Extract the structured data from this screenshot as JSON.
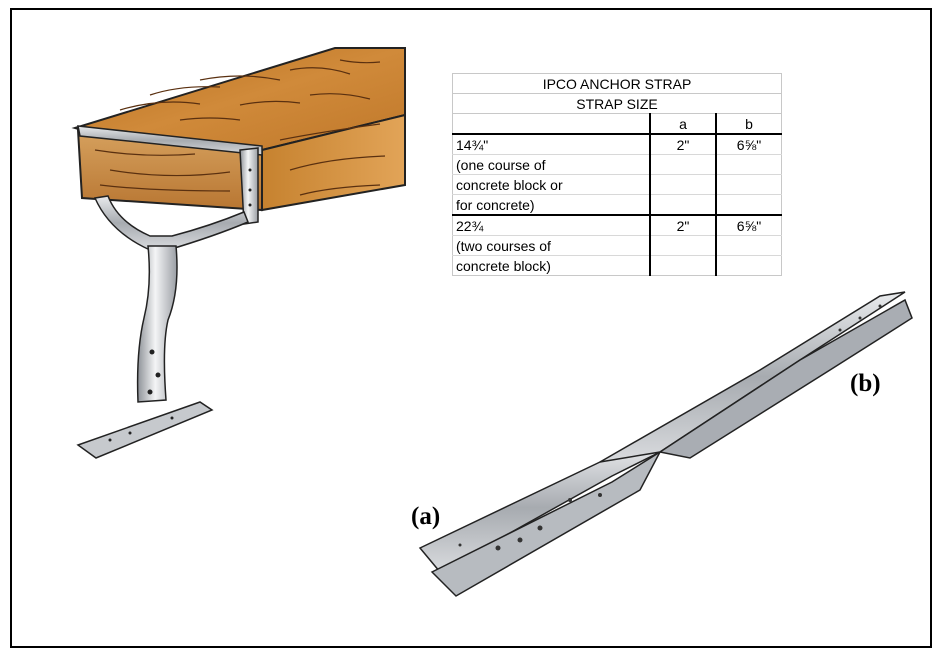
{
  "table": {
    "title": "IPCO ANCHOR STRAP",
    "subtitle": "STRAP SIZE",
    "col_a": "a",
    "col_b": "b",
    "rows": [
      {
        "size": "14¾\"",
        "a": "2\"",
        "b": "6⅝\""
      },
      {
        "size": "(one course of",
        "a": "",
        "b": ""
      },
      {
        "size": "concrete block or",
        "a": "",
        "b": ""
      },
      {
        "size": "for concrete)",
        "a": "",
        "b": ""
      },
      {
        "size": "22¾",
        "a": "2\"",
        "b": "6⅝\""
      },
      {
        "size": "(two courses of",
        "a": "",
        "b": ""
      },
      {
        "size": "concrete block)",
        "a": "",
        "b": ""
      }
    ]
  },
  "labels": {
    "a": "(a)",
    "b": "(b)"
  },
  "colors": {
    "wood": "#c47a2c",
    "wood_dark": "#8a4c14",
    "metal": "#c9ccd1",
    "metal_dark": "#7d8187"
  }
}
